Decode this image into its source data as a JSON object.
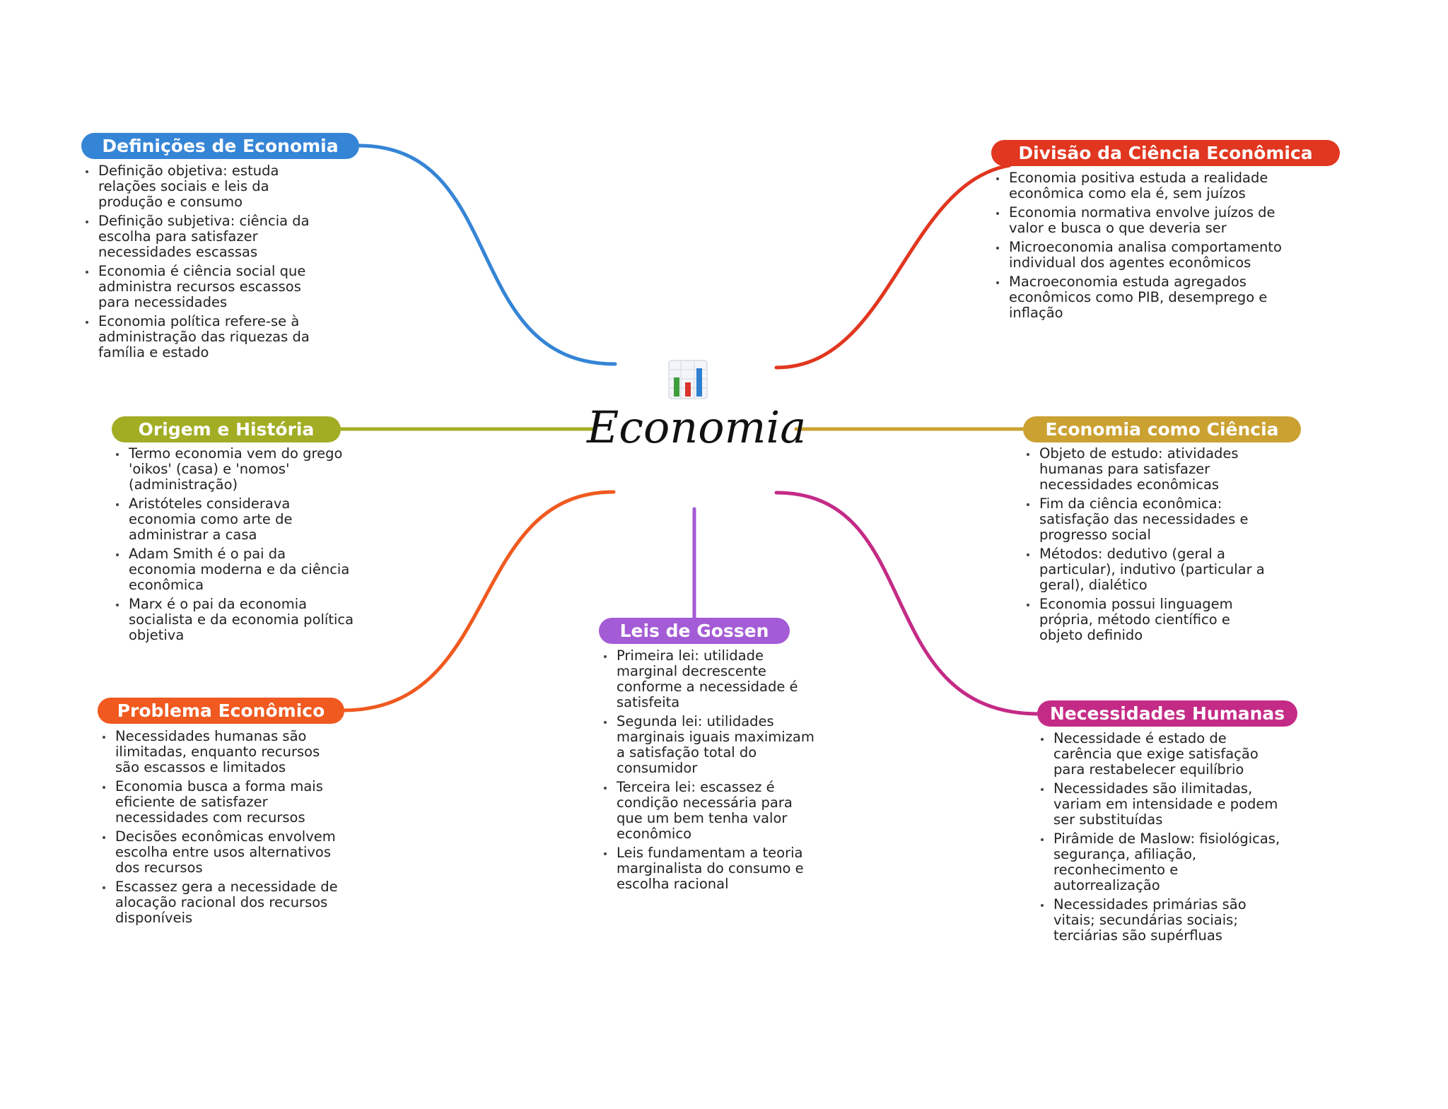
{
  "center": {
    "title": "Economia",
    "icon": "bar-chart-icon"
  },
  "branches": [
    {
      "id": "definicoes",
      "title": "Definições de Economia",
      "color": "#3585d6",
      "items": [
        "Definição objetiva: estuda relações sociais e leis da produção e consumo",
        "Definição subjetiva: ciência da escolha para satisfazer necessidades escassas",
        "Economia é ciência social que administra recursos escassos para necessidades",
        "Economia política refere-se à administração das riquezas da família e estado"
      ]
    },
    {
      "id": "divisao",
      "title": "Divisão da Ciência Econômica",
      "color": "#e1361f",
      "items": [
        "Economia positiva estuda a realidade econômica como ela é, sem juízos",
        "Economia normativa envolve juízos de valor e busca o que deveria ser",
        "Microeconomia analisa comportamento individual dos agentes econômicos",
        "Macroeconomia estuda agregados econômicos como PIB, desemprego e inflação"
      ]
    },
    {
      "id": "origem",
      "title": "Origem e História",
      "color": "#a2ad24",
      "items": [
        "Termo economia vem do grego 'oikos' (casa) e 'nomos' (administração)",
        "Aristóteles considerava economia como arte de administrar a casa",
        "Adam Smith é o pai da economia moderna e da ciência econômica",
        "Marx é o pai da economia socialista e da economia política objetiva"
      ]
    },
    {
      "id": "ciencia",
      "title": "Economia como Ciência",
      "color": "#cba132",
      "items": [
        "Objeto de estudo: atividades humanas para satisfazer necessidades econômicas",
        "Fim da ciência econômica: satisfação das necessidades e progresso social",
        "Métodos: dedutivo (geral a particular), indutivo (particular a geral), dialético",
        "Economia possui linguagem própria, método científico e objeto definido"
      ]
    },
    {
      "id": "problema",
      "title": "Problema Econômico",
      "color": "#f0591f",
      "items": [
        "Necessidades humanas são ilimitadas, enquanto recursos são escassos e limitados",
        "Economia busca a forma mais eficiente de satisfazer necessidades com recursos",
        "Decisões econômicas envolvem escolha entre usos alternativos dos recursos",
        "Escassez gera a necessidade de alocação racional dos recursos disponíveis"
      ]
    },
    {
      "id": "gossen",
      "title": "Leis de Gossen",
      "color": "#a45bd6",
      "items": [
        "Primeira lei: utilidade marginal decrescente conforme a necessidade é satisfeita",
        "Segunda lei: utilidades marginais iguais maximizam a satisfação total do consumidor",
        "Terceira lei: escassez é condição necessária para que um bem tenha valor econômico",
        "Leis fundamentam a teoria marginalista do consumo e escolha racional"
      ]
    },
    {
      "id": "necessidades",
      "title": "Necessidades Humanas",
      "color": "#c42b86",
      "items": [
        "Necessidade é estado de carência que exige satisfação para restabelecer equilíbrio",
        "Necessidades são ilimitadas, variam em intensidade e podem ser substituídas",
        "Pirâmide de Maslow: fisiológicas, segurança, afiliação, reconhecimento e autorrealização",
        "Necessidades primárias são vitais; secundárias sociais; terciárias são supérfluas"
      ]
    }
  ]
}
